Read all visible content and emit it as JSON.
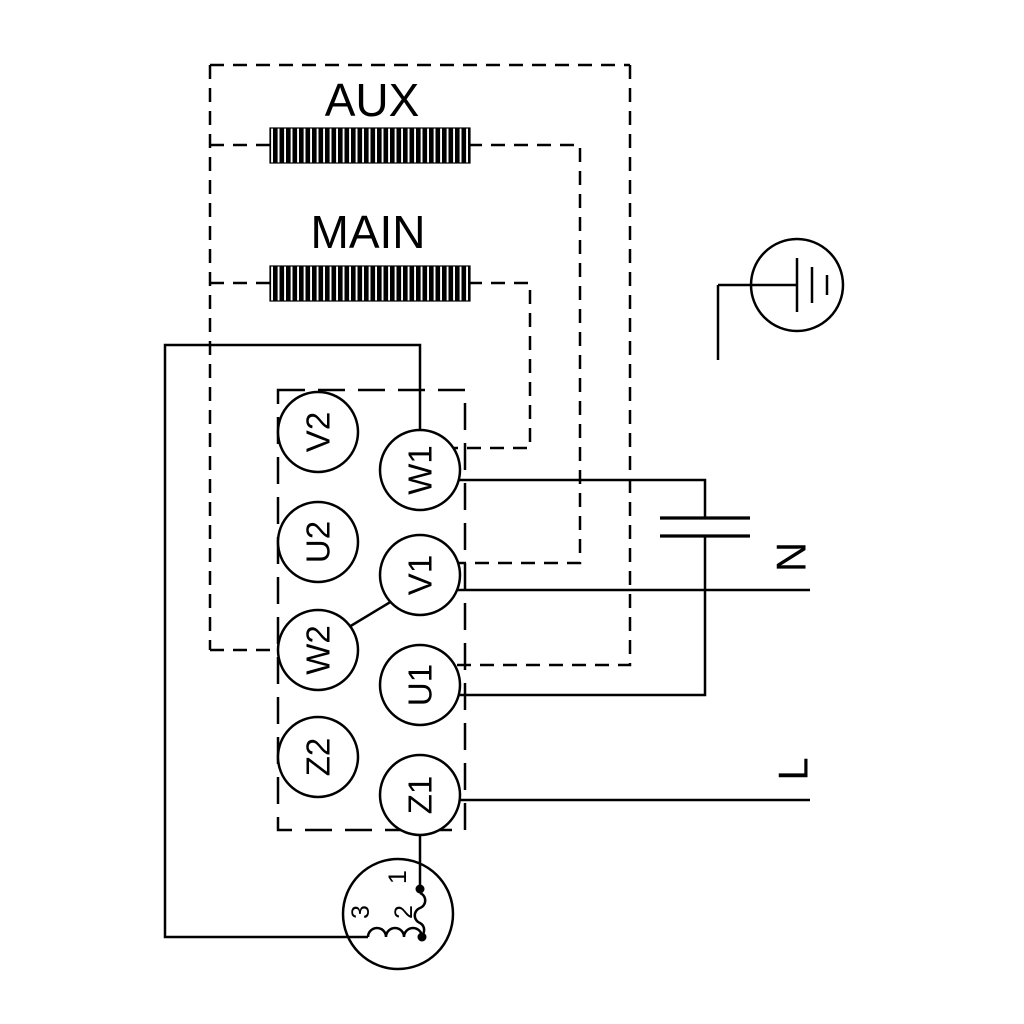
{
  "diagram": {
    "windings": {
      "aux_label": "AUX",
      "main_label": "MAIN"
    },
    "terminals": {
      "v2": "V2",
      "u2": "U2",
      "w2": "W2",
      "z2": "Z2",
      "w1": "W1",
      "v1": "V1",
      "u1": "U1",
      "z1": "Z1"
    },
    "supply": {
      "neutral_label": "N",
      "line_label": "L"
    },
    "thermal_protector": {
      "terminal_1": "1",
      "terminal_2": "2",
      "terminal_3": "3"
    },
    "icons": {
      "earth": "earth-ground-icon",
      "capacitor": "capacitor-icon",
      "aux_coil": "aux-winding-coil-icon",
      "main_coil": "main-winding-coil-icon",
      "thermal": "thermal-protector-icon"
    },
    "connections": [
      "L - Z1",
      "Z1 - thermal protector",
      "thermal protector - W1",
      "W1 - MAIN - W2",
      "W2 - V1 link",
      "V1 - N",
      "W1 - capacitor - U1",
      "U1 - AUX - V1",
      "earth ground"
    ],
    "colors": {
      "line": "#000000",
      "background": "#ffffff"
    }
  }
}
